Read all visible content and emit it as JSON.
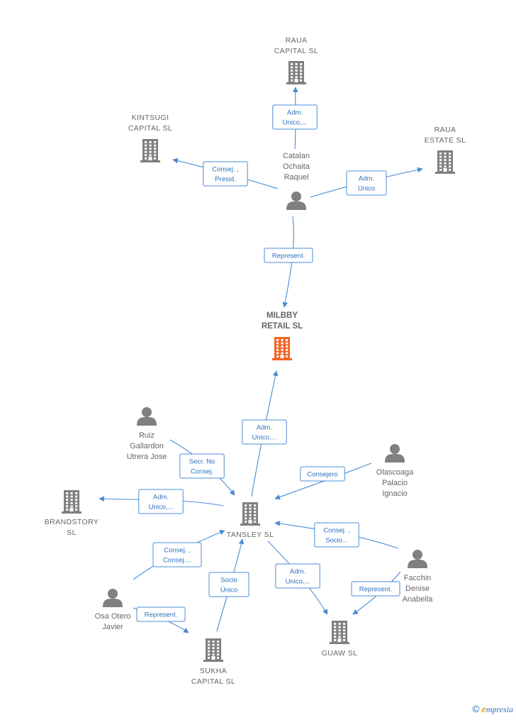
{
  "colors": {
    "edge": "#4a8cd6",
    "node": "#808080",
    "main_node": "#f26522"
  },
  "nodes": [
    {
      "id": "raua_capital",
      "type": "company",
      "label": [
        "RAUA",
        "CAPITAL  SL"
      ]
    },
    {
      "id": "kintsugi",
      "type": "company",
      "label": [
        "KINTSUGI",
        "CAPITAL  SL"
      ]
    },
    {
      "id": "raua_estate",
      "type": "company",
      "label": [
        "RAUA",
        "ESTATE  SL"
      ]
    },
    {
      "id": "catalan",
      "type": "person",
      "label": [
        "Catalan",
        "Ochaita",
        "Raquel"
      ]
    },
    {
      "id": "milbby",
      "type": "main",
      "label": [
        "MILBBY",
        "RETAIL  SL"
      ]
    },
    {
      "id": "ruiz",
      "type": "person",
      "label": [
        "Ruiz",
        "Gallardon",
        "Utrera Jose"
      ]
    },
    {
      "id": "olascoaga",
      "type": "person",
      "label": [
        "Olascoaga",
        "Palacio",
        "Ignacio"
      ]
    },
    {
      "id": "brandstory",
      "type": "company",
      "label": [
        "BRANDSTORY",
        "SL"
      ]
    },
    {
      "id": "tansley",
      "type": "company",
      "label": [
        "TANSLEY  SL"
      ]
    },
    {
      "id": "facchin",
      "type": "person",
      "label": [
        "Facchin",
        "Denise",
        "Anabella"
      ]
    },
    {
      "id": "osa",
      "type": "person",
      "label": [
        "Osa Otero",
        "Javier"
      ]
    },
    {
      "id": "sukha",
      "type": "company",
      "label": [
        "SUKHA",
        "CAPITAL  SL"
      ]
    },
    {
      "id": "guaw",
      "type": "company",
      "label": [
        "GUAW  SL"
      ]
    }
  ],
  "edges": [
    {
      "id": "catalan-raua_capital",
      "label": [
        "Adm.",
        "Unico,..."
      ]
    },
    {
      "id": "catalan-kintsugi",
      "label": [
        "Consej. ,",
        "Presid."
      ]
    },
    {
      "id": "catalan-raua_estate",
      "label": [
        "Adm.",
        "Unico"
      ]
    },
    {
      "id": "catalan-milbby",
      "label": [
        "Represent."
      ]
    },
    {
      "id": "tansley-milbby",
      "label": [
        "Adm.",
        "Unico,..."
      ]
    },
    {
      "id": "ruiz-tansley",
      "label": [
        "Secr.  No",
        "Consej."
      ]
    },
    {
      "id": "olascoaga-tansley",
      "label": [
        "Consejero"
      ]
    },
    {
      "id": "tansley-brandstory",
      "label": [
        "Adm.",
        "Unico,..."
      ]
    },
    {
      "id": "facchin-tansley",
      "label": [
        "Consej. ,",
        "Socio..."
      ]
    },
    {
      "id": "osa-tansley",
      "label": [
        "Consej. ,",
        "Consej...."
      ]
    },
    {
      "id": "sukha-tansley",
      "label": [
        "Socio",
        "Único"
      ]
    },
    {
      "id": "tansley-guaw",
      "label": [
        "Adm.",
        "Unico,..."
      ]
    },
    {
      "id": "facchin-guaw",
      "label": [
        "Represent."
      ]
    },
    {
      "id": "osa-sukha",
      "label": [
        "Represent."
      ]
    }
  ],
  "footer": {
    "copyright": "©",
    "brand_initial": "e",
    "brand_rest": "mpresia"
  }
}
